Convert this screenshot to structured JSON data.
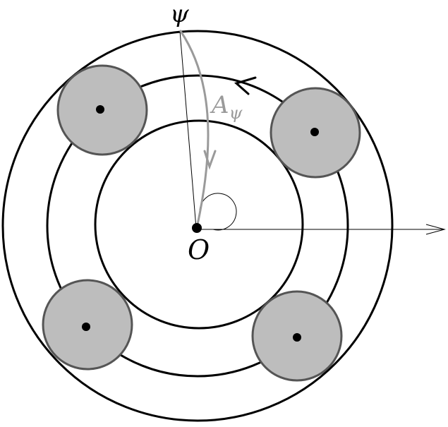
{
  "labels": {
    "psi": "ψ",
    "amplitude": "A",
    "amplitude_sub": "ψ",
    "origin": "O"
  },
  "colors": {
    "ball_fill": "#bdbdbd",
    "ball_stroke": "#555555",
    "curve": "#9a9a9a",
    "lines": "#000000"
  },
  "balls": [
    {
      "name": "ball-top-left"
    },
    {
      "name": "ball-top-right"
    },
    {
      "name": "ball-bottom-left"
    },
    {
      "name": "ball-bottom-right"
    }
  ]
}
